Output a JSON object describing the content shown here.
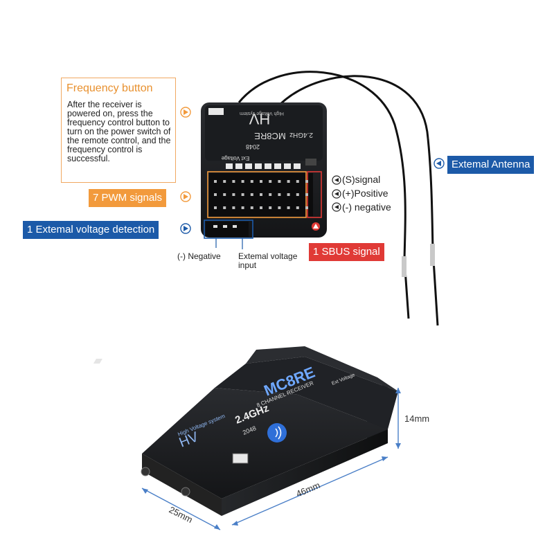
{
  "annotations": {
    "frequency_title": "Frequency button",
    "frequency_body": "After the receiver is powered on, press the frequency control button to turn on the power switch of the remote control, and the frequency control is successful.",
    "pwm_signals": "7 PWM signals",
    "ext_voltage_detection": "1 Extemal voltage detection",
    "external_antenna": "Extemal Antenna",
    "sbus_signal": "1 SBUS signal",
    "pin_signal": "(S)signal",
    "pin_positive": "(+)Positive",
    "pin_negative": "(-) negative",
    "negative_label": "(-) Negative",
    "ext_voltage_input": "Extemal voltage input"
  },
  "device_top": {
    "brand_mark": "HV",
    "model": "MC8RE",
    "band": "2.4GHz",
    "resolution": "2048",
    "subtitle": "High Voltage system",
    "ext_voltage": "Ext Voltage"
  },
  "device_3d": {
    "model": "MC8RE",
    "channels": "8 CHANNEL RECEIVER",
    "band": "2.4GHz",
    "resolution": "2048",
    "subtitle": "High Voltage system",
    "brand_mark": "HV",
    "ext_voltage": "Ext Voltage"
  },
  "dimensions": {
    "width": "25mm",
    "length": "46mm",
    "height": "14mm"
  },
  "colors": {
    "orange": "#f29a3c",
    "blue": "#1c5aa8",
    "red": "#e03a36",
    "device": "#1d1f22"
  },
  "icons": [
    "play-arrow-icon",
    "back-arrow-icon",
    "warning-triangle-icon",
    "wireless-icon"
  ]
}
